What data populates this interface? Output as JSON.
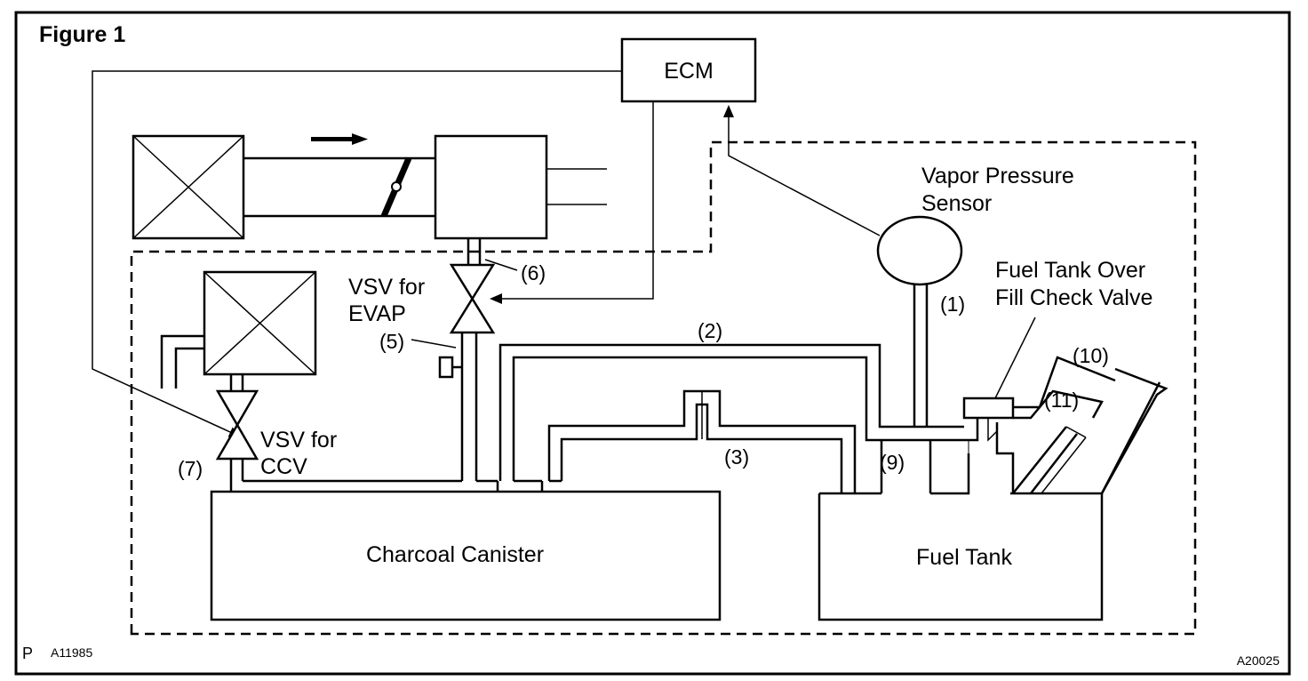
{
  "title": "Figure 1",
  "components": {
    "ecm": "ECM",
    "vapor_pressure_sensor": [
      "Vapor Pressure",
      "Sensor"
    ],
    "fuel_tank_over_fill_check_valve": [
      "Fuel Tank Over",
      "Fill Check Valve"
    ],
    "vsv_for_evap": [
      "VSV for",
      "EVAP"
    ],
    "vsv_for_ccv": [
      "VSV for",
      "CCV"
    ],
    "charcoal_canister": "Charcoal Canister",
    "fuel_tank": "Fuel Tank"
  },
  "callouts": {
    "c1": "(1)",
    "c2": "(2)",
    "c3": "(3)",
    "c5": "(5)",
    "c6": "(6)",
    "c7": "(7)",
    "c9": "(9)",
    "c10": "(10)",
    "c11": "(11)"
  },
  "footer": {
    "left_mark": "P",
    "left_code": "A11985",
    "right_code": "A20025"
  },
  "colors": {
    "line": "#000000",
    "background": "#ffffff"
  }
}
